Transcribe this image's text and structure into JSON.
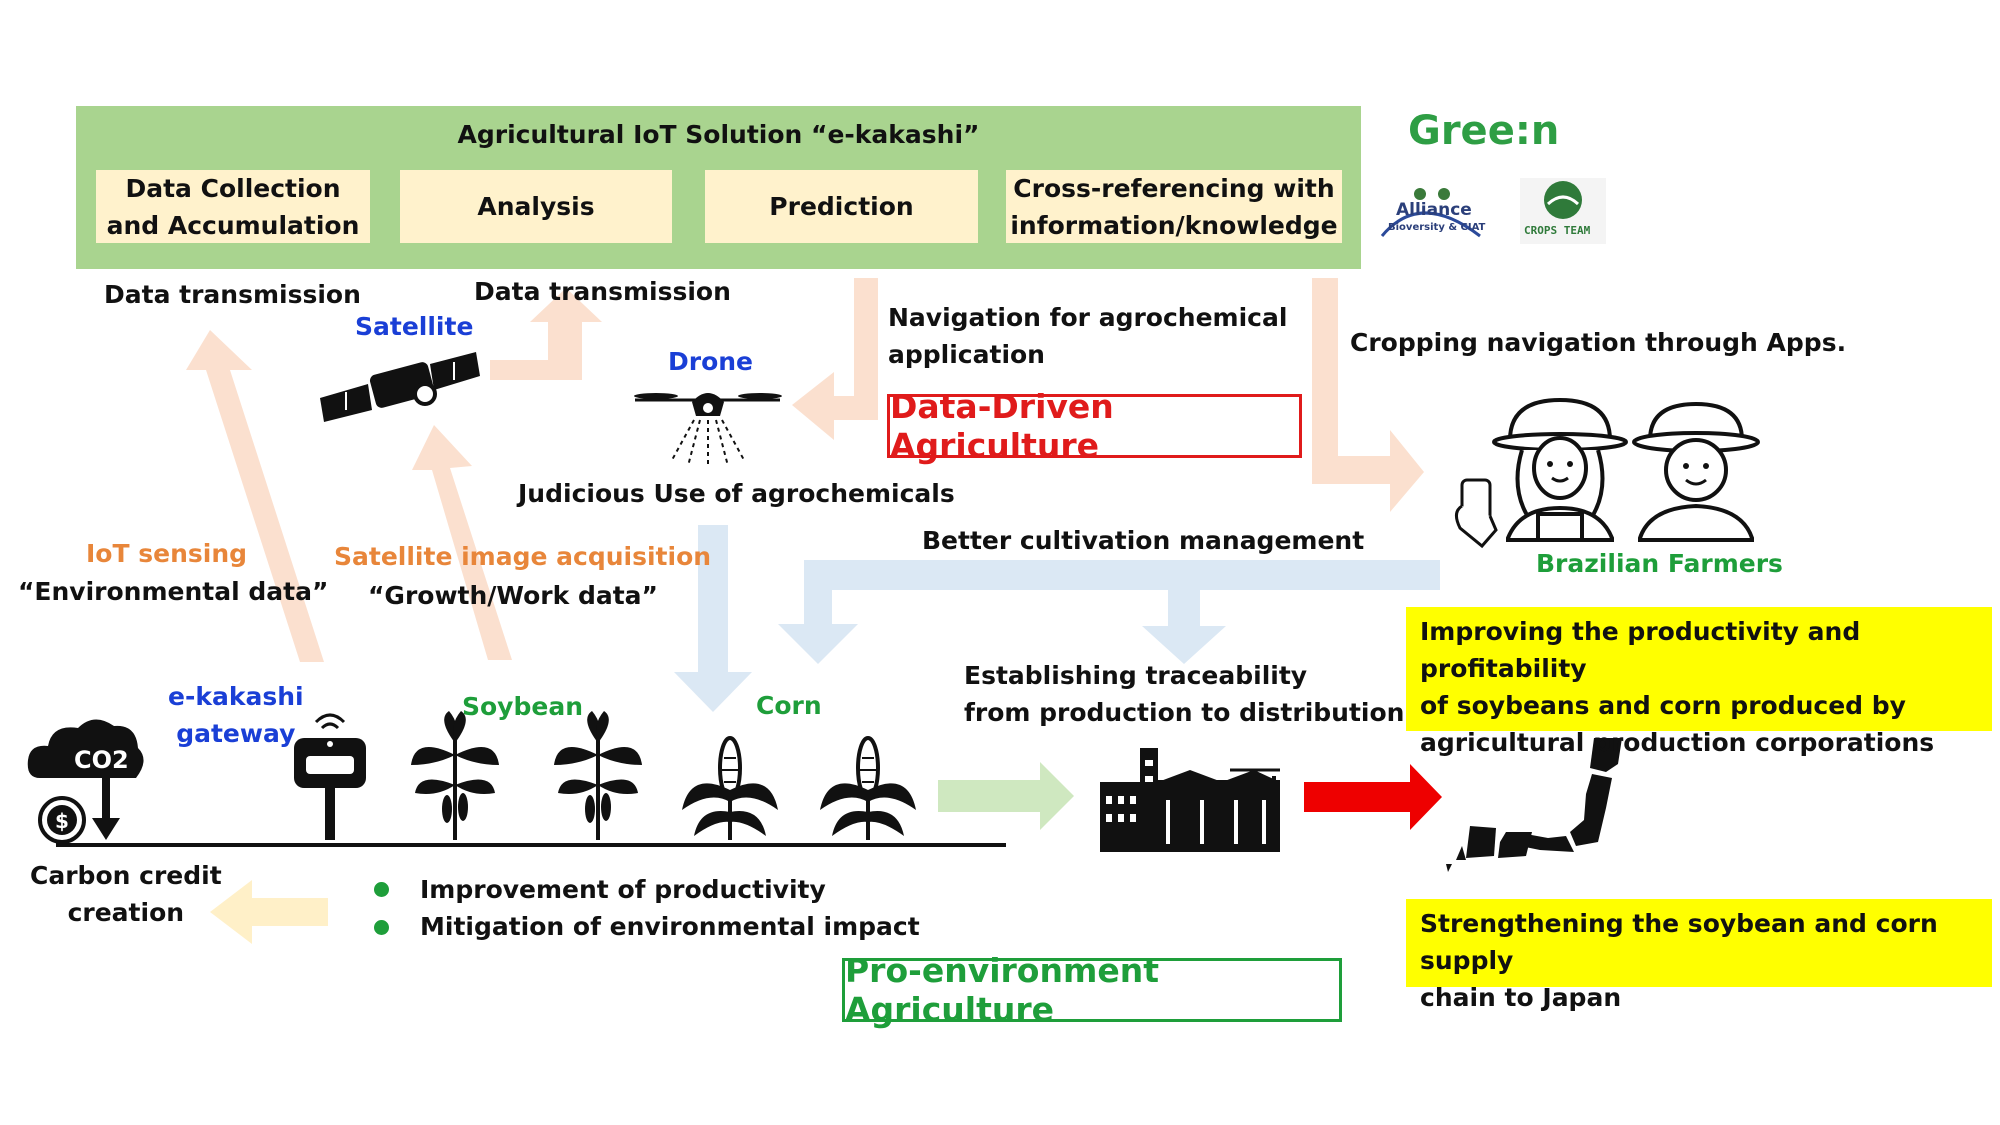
{
  "banner": {
    "title": "Agricultural IoT Solution “e-kakashi”",
    "cells": [
      {
        "line1": "Data Collection",
        "line2": "and Accumulation"
      },
      {
        "line1": "Analysis",
        "line2": ""
      },
      {
        "line1": "Prediction",
        "line2": ""
      },
      {
        "line1": "Cross-referencing with",
        "line2": "information/knowledge"
      }
    ]
  },
  "logos": {
    "green_logo": "Gree:n",
    "alliance_line1": "Alliance",
    "alliance_line2": "Bioversity & CIAT",
    "crops_team": "CROPS TEAM"
  },
  "labels": {
    "data_transmission_left": "Data transmission",
    "data_transmission_right": "Data transmission",
    "satellite": "Satellite",
    "drone": "Drone",
    "navigation_line1": "Navigation for agrochemical",
    "navigation_line2": "application",
    "cropping_navigation": "Cropping navigation through Apps.",
    "data_driven": "Data-Driven Agriculture",
    "judicious": "Judicious Use of agrochemicals",
    "better_cultivation": "Better cultivation management",
    "brazilian_farmers": "Brazilian Farmers",
    "iot_sensing": "IoT sensing",
    "env_data": "“Environmental  data”",
    "satellite_acq": "Satellite image acquisition",
    "growth_data": "“Growth/Work data”",
    "gateway_line1": "e-kakashi",
    "gateway_line2": "gateway",
    "soybean": "Soybean",
    "corn": "Corn",
    "traceability_line1": "Establishing traceability",
    "traceability_line2": "from production to distribution",
    "co2": "CO2",
    "carbon_line1": "Carbon credit",
    "carbon_line2": "creation",
    "improvement": "Improvement of productivity",
    "mitigation": "Mitigation of environmental impact",
    "pro_environment": "Pro-environment Agriculture"
  },
  "yellow_boxes": {
    "productivity_lines": [
      "Improving the productivity and profitability",
      "of soybeans and corn produced by",
      "agricultural production corporations"
    ],
    "supply_lines": [
      "Strengthening the soybean and corn supply",
      "chain to Japan"
    ]
  },
  "colors": {
    "banner_green": "#a9d48f",
    "cell_cream": "#fff2cc",
    "highlight_yellow": "#ffff00",
    "label_blue": "#1a3fd6",
    "label_green": "#1e9e3a",
    "label_orange": "#e8863a",
    "accent_red": "#e01b1b",
    "arrow_peach": "#fbe0cf",
    "arrow_lightblue": "#dbe8f4",
    "arrow_lightgreen": "#cfe8c0",
    "arrow_cream": "#fff0c8"
  }
}
